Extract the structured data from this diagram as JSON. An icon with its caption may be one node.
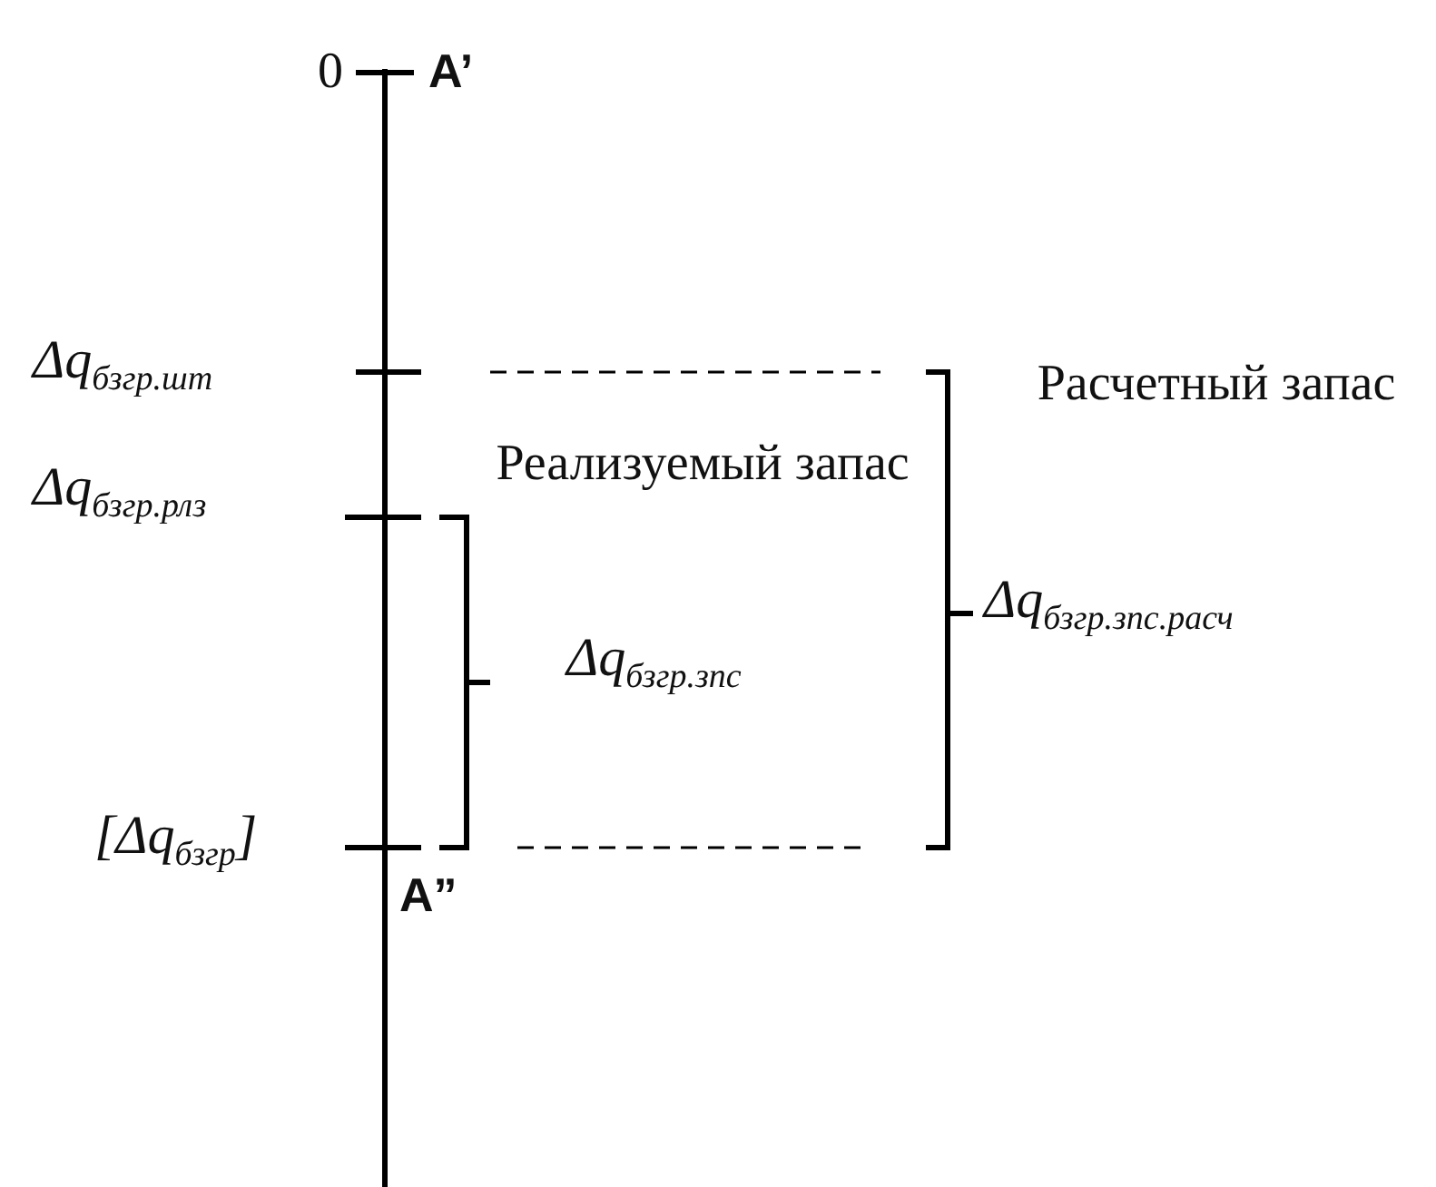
{
  "diagram": {
    "labels": [
      "0",
      "A’",
      "Δq$_{бзгр.шт}$",
      "Расчетный запас",
      "Δq$_{бзгр.рлз}$",
      "Реализуемый запас",
      "Δq$_{бзгр.зпс.расч}$",
      "Δq$_{бзгр.зпс}$",
      "[Δq$_{бзгр}$]",
      "A”"
    ]
  }
}
